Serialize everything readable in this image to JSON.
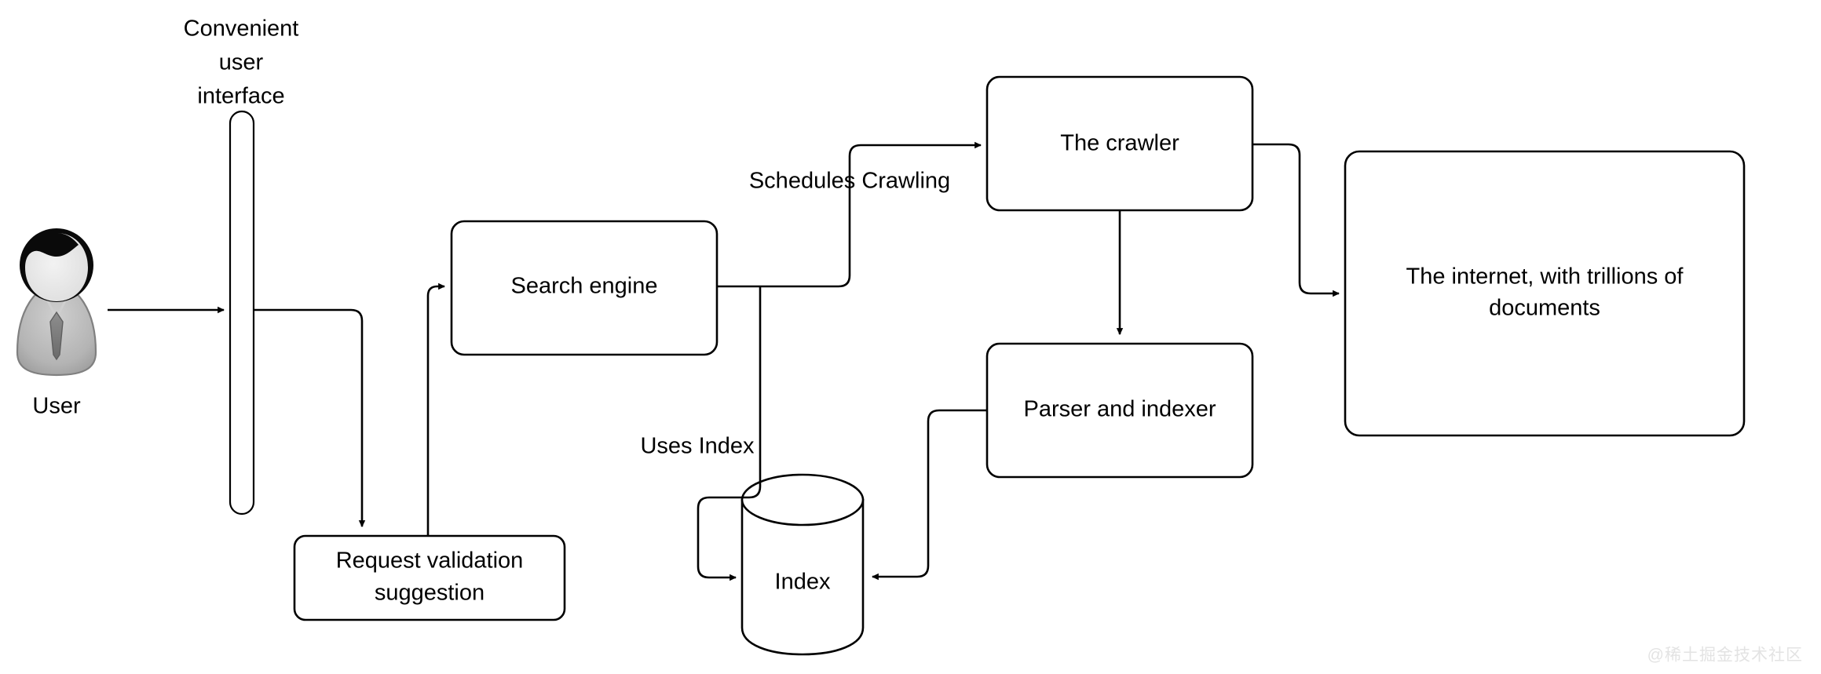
{
  "diagram": {
    "title": "Search engine architecture flow",
    "background_color": "#ffffff",
    "stroke_color": "#000000",
    "nodes": {
      "user": {
        "label": "User",
        "icon": "user-avatar-icon",
        "hair_color": "#0a0a0a",
        "face_color": "#ebebeb",
        "body_color": "#b0b0b0"
      },
      "ui": {
        "caption_line_1": "Convenient",
        "caption_line_2": "user",
        "caption_line_3": "interface",
        "shape": "vertical-rounded-bar"
      },
      "request_validation": {
        "label_line_1": "Request validation",
        "label_line_2": "suggestion",
        "shape": "rounded-rectangle"
      },
      "search_engine": {
        "label": "Search engine",
        "shape": "rounded-rectangle"
      },
      "crawler": {
        "label": "The crawler",
        "shape": "rounded-rectangle"
      },
      "parser_indexer": {
        "label": "Parser and indexer",
        "shape": "rounded-rectangle"
      },
      "internet": {
        "label_line_1": "The internet, with trillions of",
        "label_line_2": "documents",
        "shape": "rounded-rectangle"
      },
      "index": {
        "label": "Index",
        "shape": "cylinder-datastore"
      }
    },
    "edge_labels": {
      "schedules_crawling": "Schedules Crawling",
      "uses_index": "Uses Index"
    },
    "edges": [
      {
        "from": "user",
        "to": "ui",
        "label": ""
      },
      {
        "from": "ui",
        "to": "request_validation",
        "label": ""
      },
      {
        "from": "request_validation",
        "to": "search_engine",
        "label": ""
      },
      {
        "from": "search_engine",
        "to": "crawler",
        "label": "Schedules Crawling"
      },
      {
        "from": "search_engine",
        "to": "index",
        "label": "Uses Index"
      },
      {
        "from": "crawler",
        "to": "internet",
        "label": ""
      },
      {
        "from": "crawler",
        "to": "parser_indexer",
        "label": ""
      },
      {
        "from": "parser_indexer",
        "to": "index",
        "label": ""
      }
    ]
  },
  "watermark": {
    "text": "@稀土掘金技术社区",
    "color": "#e3e3e3"
  }
}
